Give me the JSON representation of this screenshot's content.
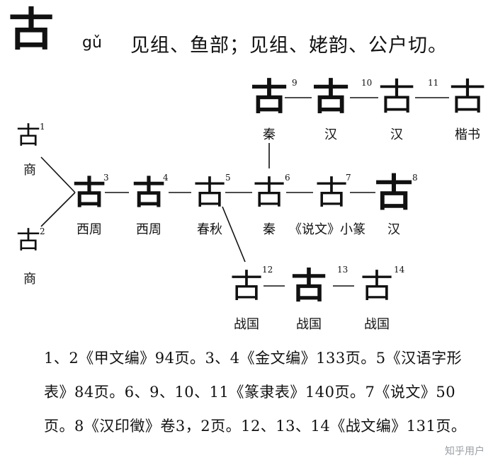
{
  "entry": {
    "character": "古",
    "pinyin": "gǔ",
    "definition": "见组、鱼部；见组、姥韵、公户切。"
  },
  "forms": [
    {
      "n": "1",
      "glyph": "古",
      "label": "商"
    },
    {
      "n": "2",
      "glyph": "古",
      "label": "商"
    },
    {
      "n": "3",
      "glyph": "古",
      "label": "西周"
    },
    {
      "n": "4",
      "glyph": "古",
      "label": "西周"
    },
    {
      "n": "5",
      "glyph": "古",
      "label": "春秋"
    },
    {
      "n": "6",
      "glyph": "古",
      "label": "秦"
    },
    {
      "n": "7",
      "glyph": "古",
      "label": ""
    },
    {
      "n": "8",
      "glyph": "古",
      "label": "汉"
    },
    {
      "n": "9",
      "glyph": "古",
      "label": "秦"
    },
    {
      "n": "10",
      "glyph": "古",
      "label": "汉"
    },
    {
      "n": "11",
      "glyph": "古",
      "label": "汉"
    },
    {
      "n": "",
      "glyph": "",
      "label": "楷书"
    },
    {
      "n": "12",
      "glyph": "古",
      "label": "战国"
    },
    {
      "n": "13",
      "glyph": "古",
      "label": "战国"
    },
    {
      "n": "14",
      "glyph": "古",
      "label": "战国"
    }
  ],
  "row2_extra_label": "《说文》小篆",
  "footnote": "1、2《甲文编》94页。3、4《金文编》133页。5《汉语字形表》84页。6、9、10、11《篆隶表》140页。7《说文》50页。8《汉印徵》卷3，2页。12、13、14《战文编》131页。",
  "watermark": "知乎用户"
}
